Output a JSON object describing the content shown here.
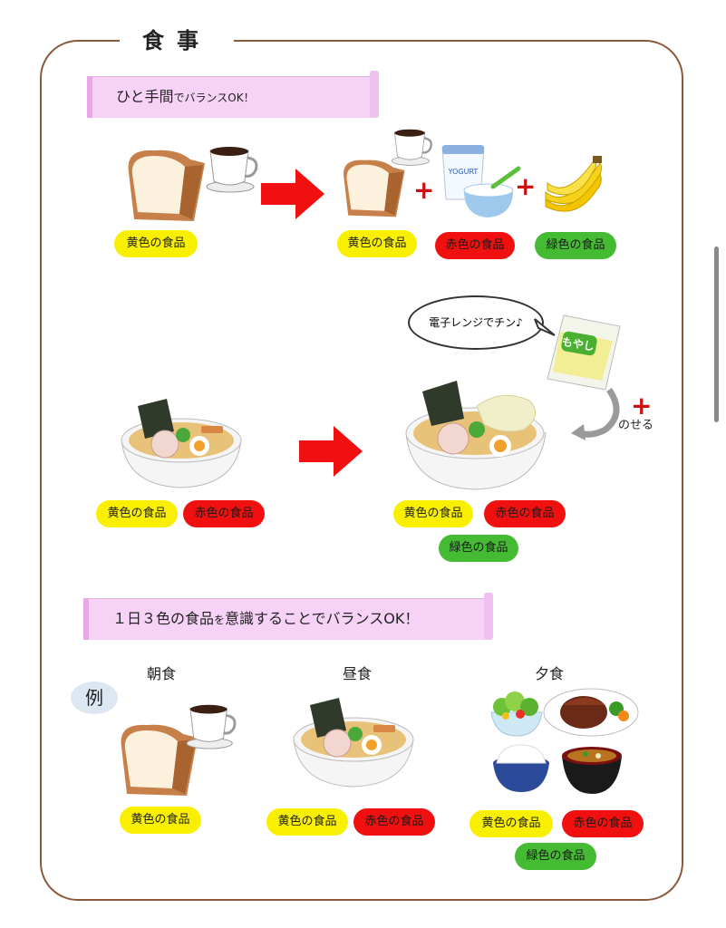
{
  "title": "食事",
  "section1": {
    "banner_big": "ひと手間",
    "banner_small": "で",
    "banner_rest": "バランスOK！",
    "bubble": "電子レンジでチン♪",
    "moyashi": "もやし",
    "noseru": "のせる",
    "yogurt": "YOGURT"
  },
  "section2": {
    "banner_a": "１日３色の食品",
    "banner_b": "を",
    "banner_c": "意識することでバランスOK！",
    "example": "例",
    "breakfast": "朝食",
    "lunch": "昼食",
    "dinner": "夕食"
  },
  "labels": {
    "yellow": "黄色の食品",
    "red": "赤色の食品",
    "green": "緑色の食品"
  },
  "colors": {
    "yellow": "#f8f000",
    "red": "#f01010",
    "green": "#44bb33",
    "frame": "#8b5a3c",
    "banner": "#f6d2f6"
  }
}
